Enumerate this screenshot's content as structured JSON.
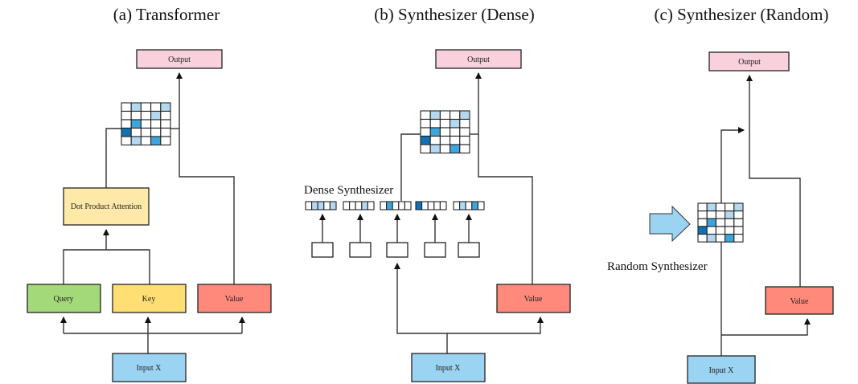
{
  "colors": {
    "output": "#f9d1dd",
    "query": "#a4d97a",
    "key": "#ffdf73",
    "value": "#ff8a7b",
    "input": "#9bd3f2",
    "attention": "#ffe9a8",
    "plain": "#ffffff",
    "cell_light": "#b4d8f0",
    "cell_mid": "#3ca6dd",
    "cell_dark": "#0f72b4",
    "arrow_fill": "#9bd3f2"
  },
  "panels": [
    {
      "id": "a",
      "title": "(a) Transformer",
      "output_label": "Output",
      "attention_label": "Dot Product Attention",
      "query_label": "Query",
      "key_label": "Key",
      "value_label": "Value",
      "input_label": "Input X"
    },
    {
      "id": "b",
      "title": "(b) Synthesizer (Dense)",
      "output_label": "Output",
      "synth_label": "Dense Synthesizer",
      "value_label": "Value",
      "input_label": "Input X"
    },
    {
      "id": "c",
      "title": "(c) Synthesizer (Random)",
      "output_label": "Output",
      "synth_label": "Random Synthesizer",
      "value_label": "Value",
      "input_label": "Input X"
    }
  ],
  "attention_matrix": [
    [
      0,
      1,
      0,
      0,
      1
    ],
    [
      0,
      0,
      0,
      1,
      0
    ],
    [
      0,
      2,
      0,
      0,
      0
    ],
    [
      3,
      0,
      0,
      0,
      0
    ],
    [
      0,
      1,
      0,
      2,
      0
    ]
  ],
  "dense_vectors": [
    [
      0,
      1,
      1,
      0,
      1
    ],
    [
      0,
      0,
      0,
      1,
      0
    ],
    [
      0,
      2,
      0,
      0,
      0
    ],
    [
      3,
      0,
      0,
      0,
      0
    ],
    [
      0,
      1,
      0,
      2,
      0
    ]
  ],
  "matrix_legend": {
    "0": "empty",
    "1": "light",
    "2": "mid",
    "3": "dark"
  }
}
